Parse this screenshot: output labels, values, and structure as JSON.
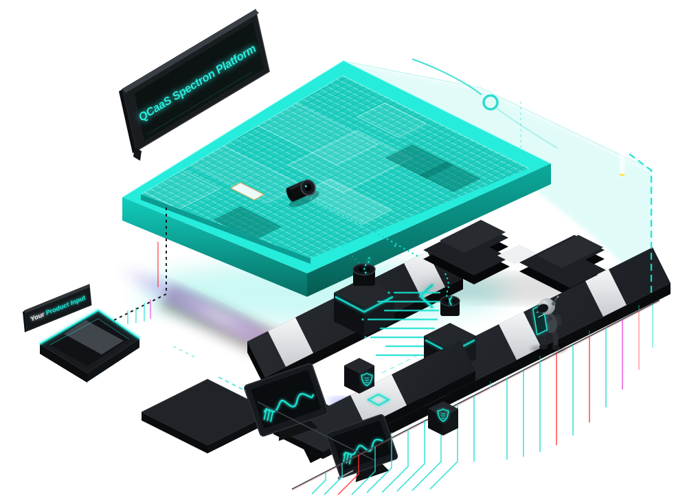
{
  "billboard": {
    "title": "QCaaS Spectron Platform"
  },
  "input_sign": {
    "word1": "Your",
    "word2": " Product Input"
  },
  "palette": {
    "accent_teal": "#1FE6D6",
    "bright_teal": "#2BF0E0",
    "deep_teal": "#0AA89A",
    "panel_dark": "#15181C",
    "strip_white": "#EEF0F2",
    "glitch_red": "#FF2A2A",
    "glitch_magenta": "#E52BD9",
    "robot_gray": "#9AA1A8"
  },
  "icons": {
    "scanner_lens": "scanner-lens-icon",
    "shield_wave": "shield-wave-icon",
    "chevron_left": "chevron-left-icon",
    "square_marker": "square-marker-icon",
    "waveform": "waveform-trace-icon",
    "spool": "data-spool-icon",
    "wire_ring": "wire-ring-icon"
  }
}
